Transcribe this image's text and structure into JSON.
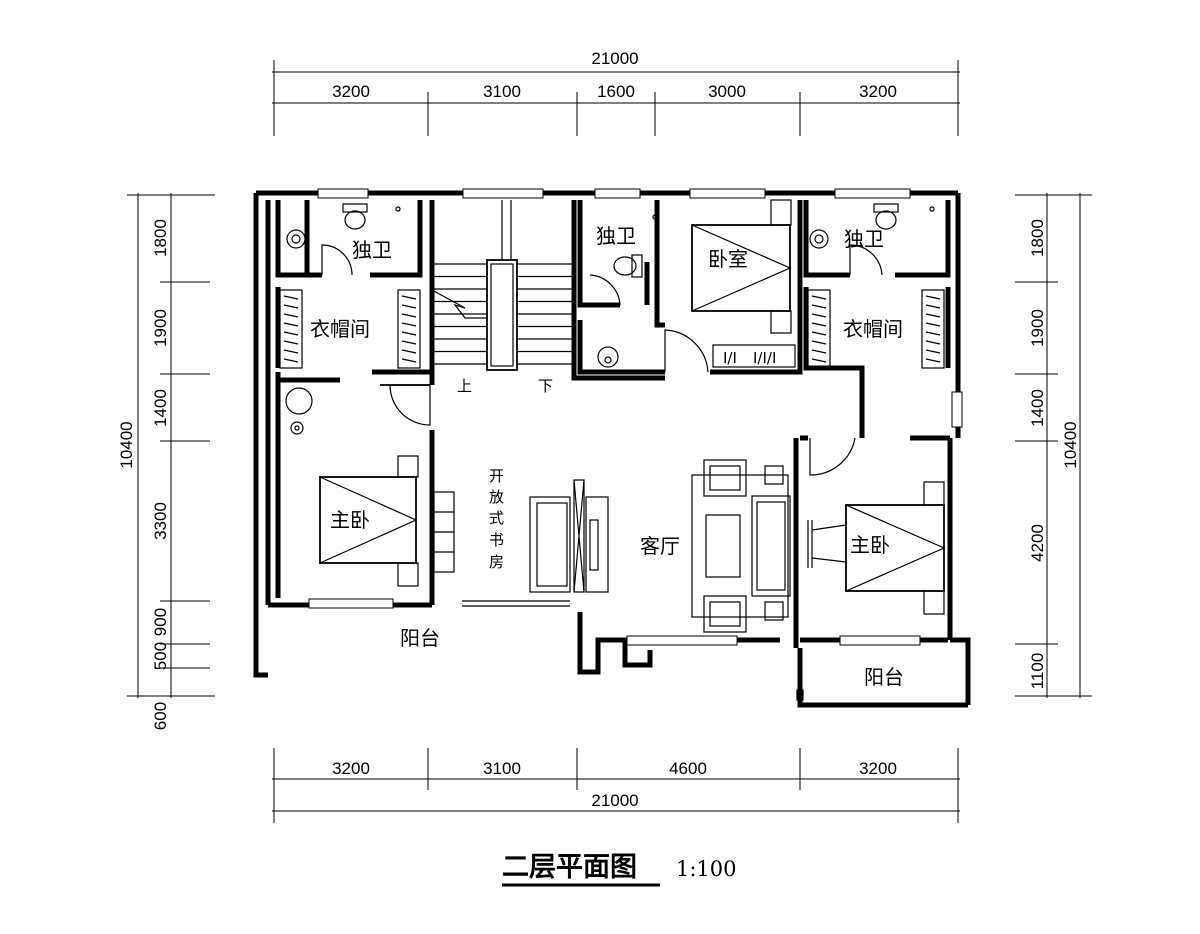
{
  "title": "二层平面图",
  "scale": "1:100",
  "top_dims": {
    "total": "21000",
    "segments": [
      "3200",
      "3100",
      "1600",
      "3000",
      "3200"
    ]
  },
  "bottom_dims": {
    "total": "21000",
    "segments": [
      "3200",
      "3100",
      "4600",
      "3200"
    ]
  },
  "left_dims": {
    "total": "10400",
    "segments": [
      "1800",
      "1900",
      "1400",
      "3300",
      "900",
      "500",
      "600"
    ]
  },
  "right_dims": {
    "total": "10400",
    "segments": [
      "1800",
      "1900",
      "1400",
      "4200",
      "1100"
    ]
  },
  "rooms": {
    "bath_left": "独卫",
    "bath_mid": "独卫",
    "bedroom": "卧室",
    "bath_right": "独卫",
    "closet_left": "衣帽间",
    "closet_right": "衣帽间",
    "master_left": "主卧",
    "master_right": "主卧",
    "study": [
      "开",
      "放",
      "式",
      "书",
      "房"
    ],
    "living": "客厅",
    "balcony_left": "阳台",
    "balcony_right": "阳台"
  },
  "stairs": {
    "up": "上",
    "down": "下"
  }
}
